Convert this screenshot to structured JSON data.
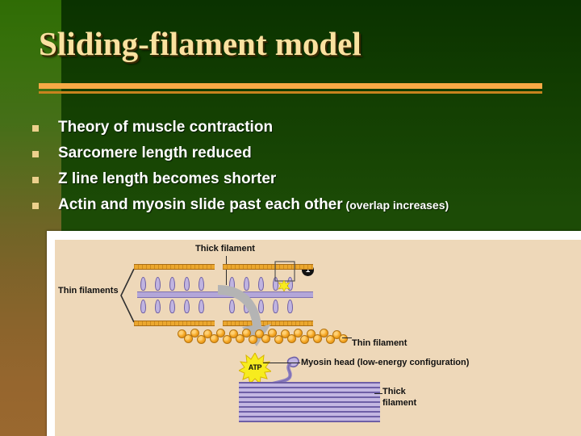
{
  "slide": {
    "title": "Sliding-filament model",
    "theme": {
      "title_color": "#fae1a0",
      "rule_color": "#f7a945",
      "rule_color_secondary": "#c8831e",
      "background_dark_green": "#1c4b06",
      "stripe_top_green": "#2f6c05",
      "stripe_bottom_brown": "#96662e",
      "bullet_marker_color": "#ecd08c",
      "body_text_color": "#ffffff"
    },
    "bullets": [
      {
        "text": "Theory of muscle contraction",
        "note": ""
      },
      {
        "text": "Sarcomere length reduced",
        "note": ""
      },
      {
        "text": "Z line length becomes shorter",
        "note": ""
      },
      {
        "text": "Actin and myosin slide past each other",
        "note": "(overlap increases)"
      }
    ]
  },
  "figure": {
    "panel_background": "#eed8b9",
    "frame_color": "#ffffff",
    "step_number": "1",
    "labels": {
      "thick_filament_top": "Thick filament",
      "thin_filaments": "Thin filaments",
      "thin_filament": "Thin filament",
      "myosin_head": "Myosin head (low-energy configuration)",
      "thick_filament_line1": "Thick",
      "thick_filament_line2": "filament",
      "atp": "ATP"
    },
    "colors": {
      "actin_orange": "#f5a623",
      "actin_outline": "#b5730f",
      "myosin_purple": "#b3a6d8",
      "myosin_outline": "#6e5fa6",
      "atp_star_yellow": "#f7ec1e",
      "arrow_grey": "#b0b0b0"
    }
  }
}
